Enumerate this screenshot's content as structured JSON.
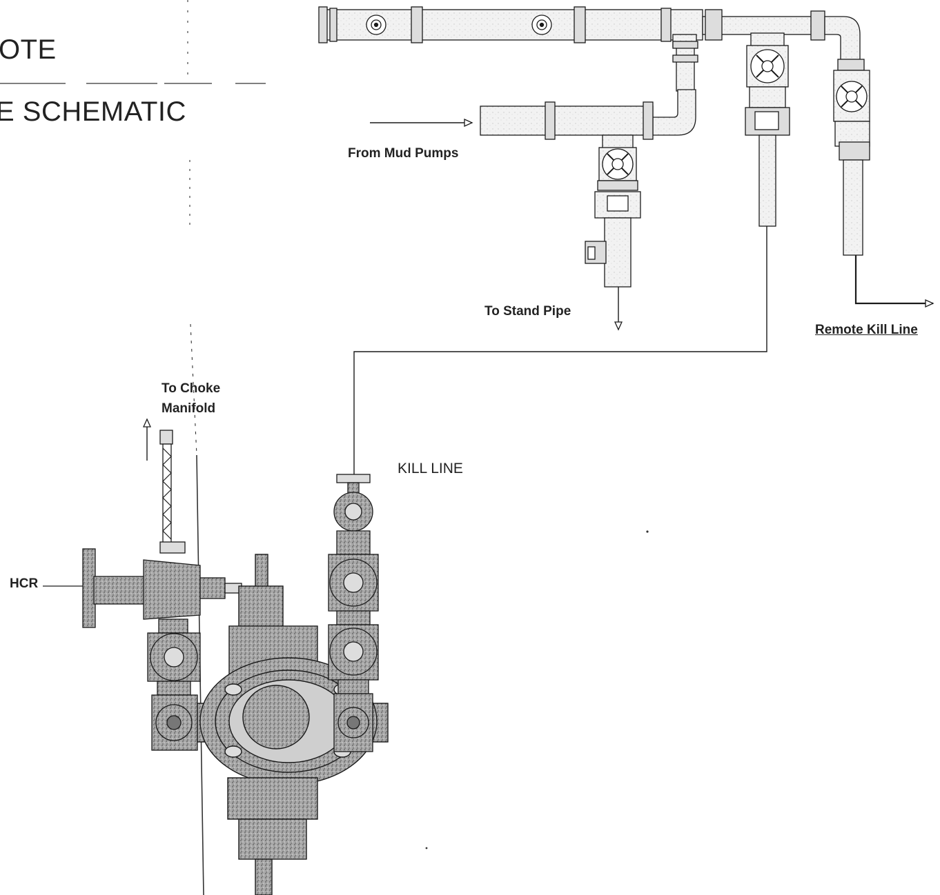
{
  "title": {
    "line1": "OTE",
    "line2": "E SCHEMATIC"
  },
  "labels": {
    "from_mud_pumps": "From Mud Pumps",
    "to_stand_pipe": "To Stand Pipe",
    "remote_kill_line": "Remote Kill Line",
    "to_choke_line1": "To Choke",
    "to_choke_line2": "Manifold",
    "kill_line": "KILL LINE",
    "hcr": "HCR"
  },
  "colors": {
    "line": "#1a1a1a",
    "pipe_fill": "#eeeeee",
    "equipment_fill": "#a8a8a8",
    "equipment_dark": "#6e6e6e"
  }
}
